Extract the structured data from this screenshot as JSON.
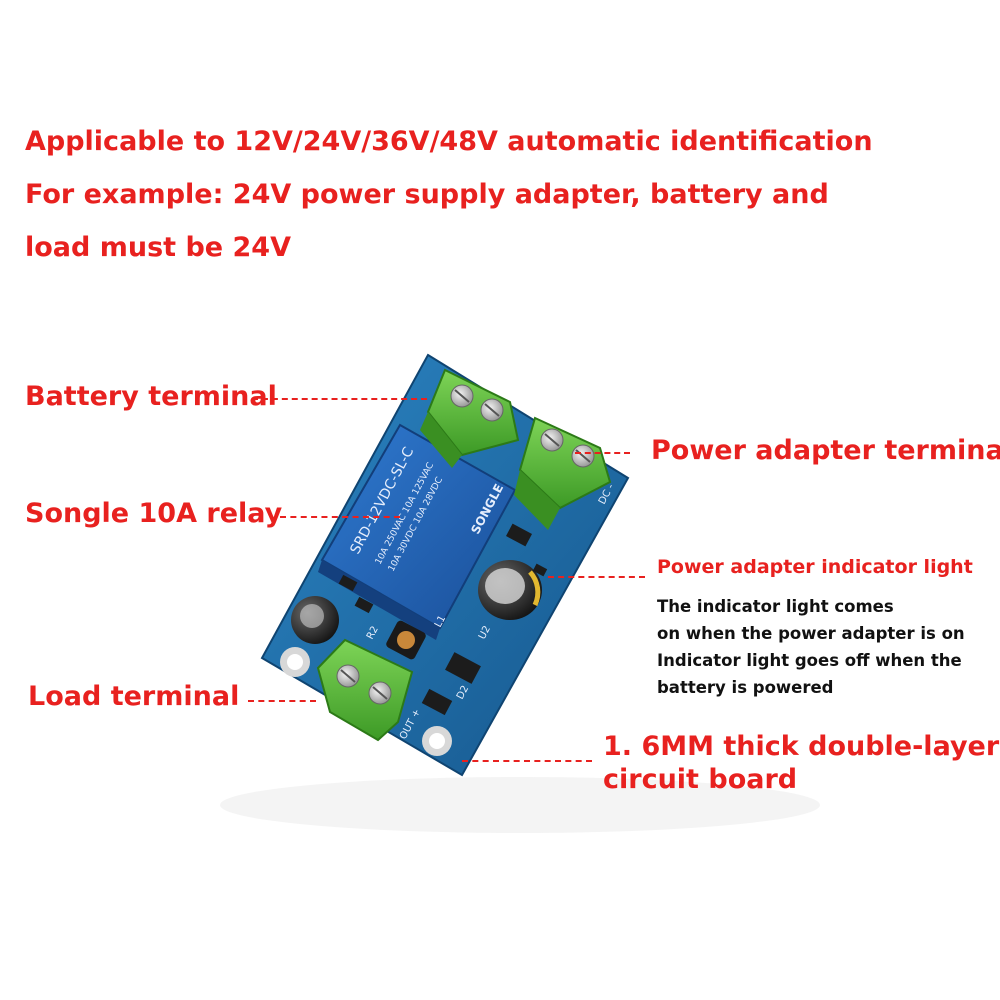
{
  "headlines": [
    "Applicable to 12V/24V/36V/48V automatic identification",
    "For example: 24V power supply adapter, battery and",
    "load must be 24V"
  ],
  "callouts": {
    "battery_terminal": "Battery terminal",
    "relay": "Songle 10A relay",
    "load_terminal": "Load terminal",
    "power_adapter_terminal": "Power adapter terminal",
    "indicator_title": "Power adapter indicator light",
    "indicator_note": [
      "The indicator light comes",
      "on when the power adapter is on",
      "Indicator light goes off when the",
      "battery is powered"
    ],
    "board_line1": "1. 6MM thick double-layer",
    "board_line2": "circuit board"
  },
  "board_markings": {
    "relay_brand": "SONGLE",
    "relay_model": "SRD-12VDC-SL-C",
    "relay_rating1": "10A 250VAC  10A 125VAC",
    "relay_rating2": "10A 30VDC  10A 28VDC",
    "out_label": "OUT +",
    "dc_label": "DC -",
    "ref_u2": "U2",
    "ref_d2": "D2",
    "ref_l1": "L1",
    "ref_r": "R2"
  },
  "colors": {
    "label_red": "#e8211f",
    "pcb_blue": "#1c6aa6",
    "terminal_green": "#5cb83a",
    "relay_blue": "#1f5fb5"
  }
}
